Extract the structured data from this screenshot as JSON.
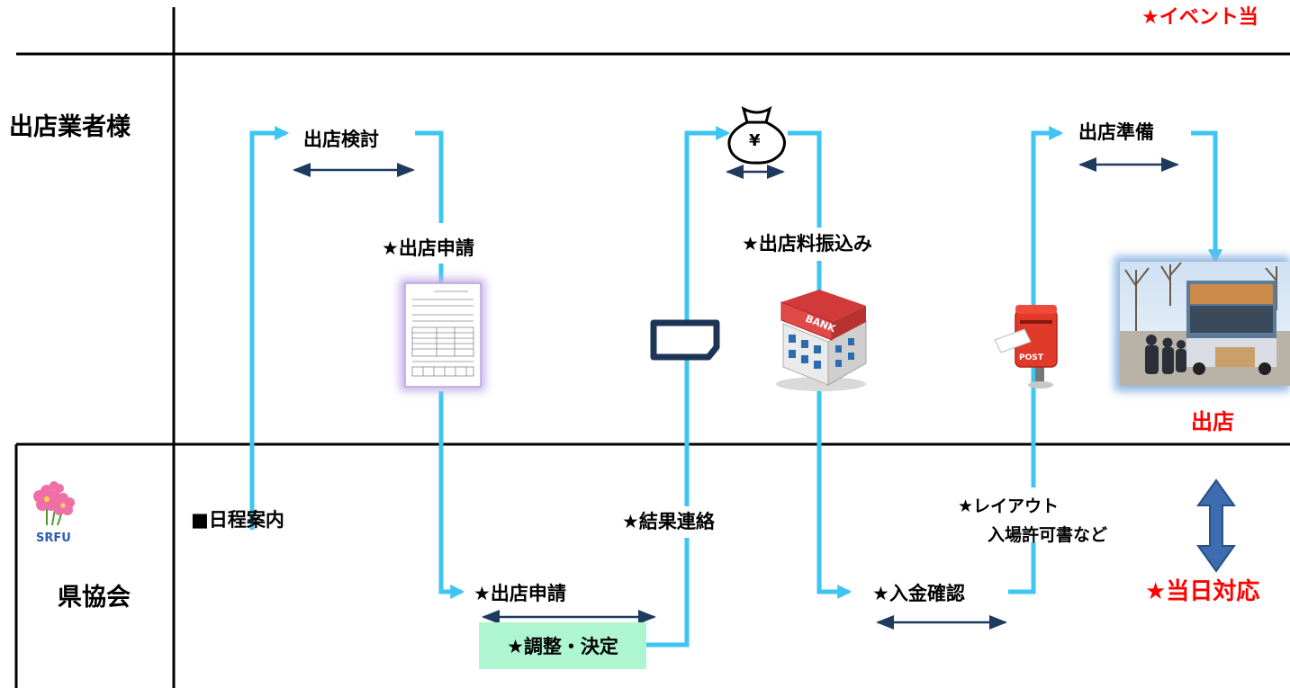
{
  "lanes": {
    "vendor": "出店業者様",
    "association": "県協会"
  },
  "header_note": "★イベント当",
  "steps": {
    "consider": "出店検討",
    "apply_vendor": "★出店申請",
    "fee_transfer": "★出店料振込み",
    "prepare": "出店準備",
    "open_store": "出店",
    "schedule_notice": "■日程案内",
    "result_notice": "★結果連絡",
    "apply_assoc": "★出店申請",
    "adjust_decide": "★調整・決定",
    "payment_confirm": "★入金確認",
    "layout_permit_line1": "★レイアウト",
    "layout_permit_line2": "入場許可書など",
    "day_of_support": "★当日対応"
  },
  "icons": {
    "association_logo_text": "SRFU",
    "bank_sign": "BANK",
    "post_sign": "POST",
    "yen_symbol": "¥"
  },
  "colors": {
    "flow_line": "#3ec5f3",
    "span_arrow": "#1e3a5f",
    "emphasis": "#ff0000",
    "decide_box": "#aef5d2",
    "big_arrow": "#3d6db0"
  }
}
